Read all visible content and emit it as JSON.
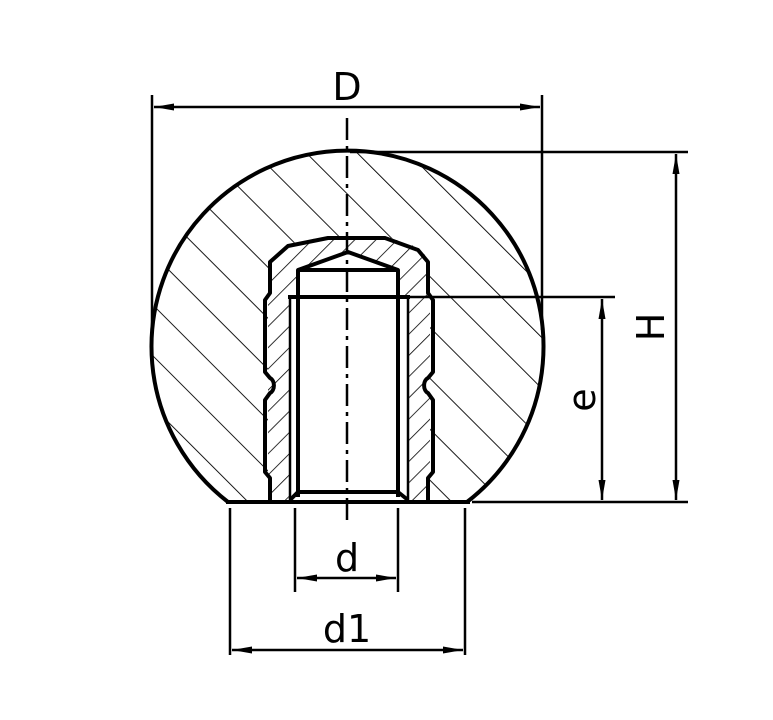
{
  "drawing": {
    "title": "Ball knob with threaded insert - sectional view",
    "background_color": "#ffffff",
    "line_color": "#000000",
    "dimensions": {
      "D": {
        "label": "D",
        "description": "ball diameter",
        "orientation": "horizontal"
      },
      "H": {
        "label": "H",
        "description": "overall height",
        "orientation": "vertical"
      },
      "e": {
        "label": "e",
        "description": "thread depth",
        "orientation": "vertical"
      },
      "d": {
        "label": "d",
        "description": "thread diameter",
        "orientation": "horizontal"
      },
      "d1": {
        "label": "d1",
        "description": "base diameter",
        "orientation": "horizontal"
      }
    },
    "features": [
      "hatched spherical body",
      "threaded metal insert",
      "centerline"
    ]
  }
}
